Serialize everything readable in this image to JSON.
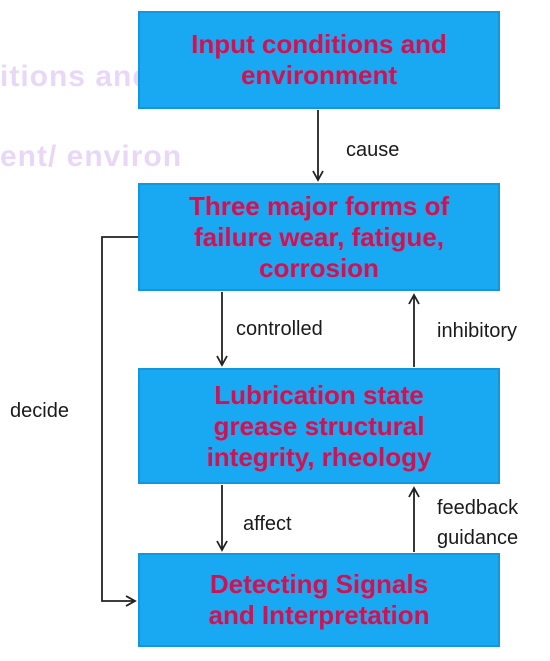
{
  "boxes": {
    "input": {
      "lines": [
        "Input conditions and",
        "environment"
      ]
    },
    "failure": {
      "lines": [
        "Three major forms of",
        "failure wear, fatigue,",
        "corrosion"
      ]
    },
    "lubrication": {
      "lines": [
        "Lubrication state",
        "grease structural",
        "integrity, rheology"
      ]
    },
    "detecting": {
      "lines": [
        "Detecting Signals",
        "and Interpretation"
      ]
    }
  },
  "edge_labels": {
    "cause": "cause",
    "controlled": "controlled",
    "inhibitory": "inhibitory",
    "decide": "decide",
    "affect": "affect",
    "feedback_line1": "feedback",
    "feedback_line2": "guidance"
  },
  "watermark": {
    "line1": "itions and envir",
    "line2": "ent/  environ"
  },
  "colors": {
    "box_fill": "#18a9f2",
    "box_text": "#c2185b",
    "arrow": "#222222"
  }
}
